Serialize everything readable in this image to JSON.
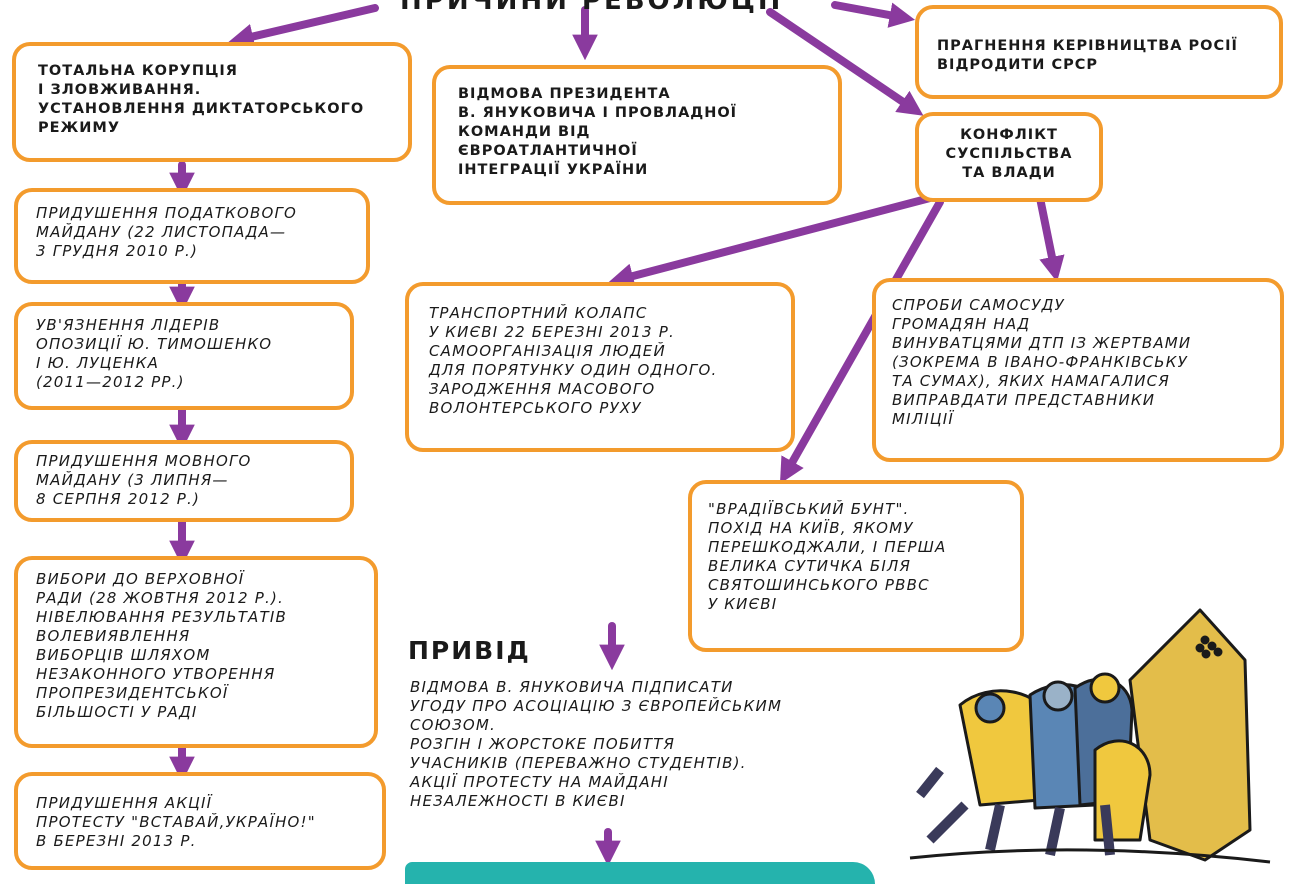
{
  "header_partial": "ПРИЧИНИ РЕВОЛЮЦІЇ",
  "colors": {
    "box_border": "#f39b2d",
    "arrow": "#8a3a9e",
    "teal": "#25b3ad"
  },
  "boxes": {
    "corruption": "ТОТАЛЬНА КОРУПЦІЯ\nІ ЗЛОВЖИВАННЯ.\nУСТАНОВЛЕННЯ ДИКТАТОРСЬКОГО\nРЕЖИМУ",
    "refusal_integration": "ВІДМОВА ПРЕЗИДЕНТА\nВ. ЯНУКОВИЧА І ПРОВЛАДНОЇ\nКОМАНДИ ВІД\nЄВРОАТЛАНТИЧНОЇ\nІНТЕГРАЦІЇ УКРАЇНИ",
    "russia_ussr": "ПРАГНЕННЯ КЕРІВНИЦТВА РОСІЇ\nВІДРОДИТИ СРСР",
    "conflict": "КОНФЛІКТ\nСУСПІЛЬСТВА\nТА ВЛАДИ",
    "tax_maidan": "ПРИДУШЕННЯ ПОДАТКОВОГО\nМАЙДАНУ (22 ЛИСТОПАДА—\n3 ГРУДНЯ 2010 р.)",
    "imprisonment": "УВ'ЯЗНЕННЯ ЛІДЕРІВ\nОПОЗИЦІЇ Ю. ТИМОШЕНКО\nІ Ю. ЛУЦЕНКА\n(2011—2012 рр.)",
    "language_maidan": "ПРИДУШЕННЯ МОВНОГО\nМАЙДАНУ (3 ЛИПНЯ—\n8 СЕРПНЯ 2012 р.)",
    "elections": "ВИБОРИ ДО ВЕРХОВНОЇ\nРАДИ (28 ЖОВТНЯ 2012 р.).\nНІВЕЛЮВАННЯ РЕЗУЛЬТАТІВ\nВОЛЕВИЯВЛЕННЯ\nВИБОРЦІВ ШЛЯХОМ\nНЕЗАКОННОГО УТВОРЕННЯ\nПРОПРЕЗИДЕНТСЬКОЇ\nБІЛЬШОСТІ У РАДІ",
    "vstavai": "ПРИДУШЕННЯ АКЦІЇ\nПРОТЕСТУ \"ВСТАВАЙ,УКРАЇНО!\"\nВ БЕРЕЗНІ 2013 р.",
    "transport": "ТРАНСПОРТНИЙ КОЛАПС\nУ КИЄВІ 22 БЕРЕЗНІ 2013 р.\nСАМООРГАНІЗАЦІЯ ЛЮДЕЙ\nДЛЯ ПОРЯТУНКУ ОДИН ОДНОГО.\nЗАРОДЖЕННЯ МАСОВОГО\nВОЛОНТЕРСЬКОГО РУХУ",
    "lynching": "СПРОБИ САМОСУДУ\nГРОМАДЯН НАД\nВИНУВАТЦЯМИ ДТП ІЗ ЖЕРТВАМИ\n(ЗОКРЕМА В ІВАНО-ФРАНКІВСЬКУ\nТА СУМАХ), ЯКИХ НАМАГАЛИСЯ\nВИПРАВДАТИ ПРЕДСТАВНИКИ\nМІЛІЦІЇ",
    "vradiivka": "\"ВРАДІЇВСЬКИЙ БУНТ\".\nПОХІД НА КИЇВ, ЯКОМУ\nПЕРЕШКОДЖАЛИ, І ПЕРША\nВЕЛИКА СУТИЧКА БІЛЯ\nСВЯТОШИНСЬКОГО РВВС\nУ КИЄВІ"
  },
  "trigger": {
    "heading": "ПРИВІД",
    "text": "ВІДМОВА В. ЯНУКОВИЧА ПІДПИСАТИ\nУГОДУ ПРО АСОЦІАЦІЮ З ЄВРОПЕЙСЬКИМ\nСОЮЗОМ.\nРОЗГІН І ЖОРСТОКЕ ПОБИТТЯ\nУЧАСНИКІВ (ПЕРЕВАЖНО СТУДЕНТІВ).\nАКЦІЇ ПРОТЕСТУ НА МАЙДАНІ\nНЕЗАЛЕЖНОСТІ В КИЄВІ"
  }
}
